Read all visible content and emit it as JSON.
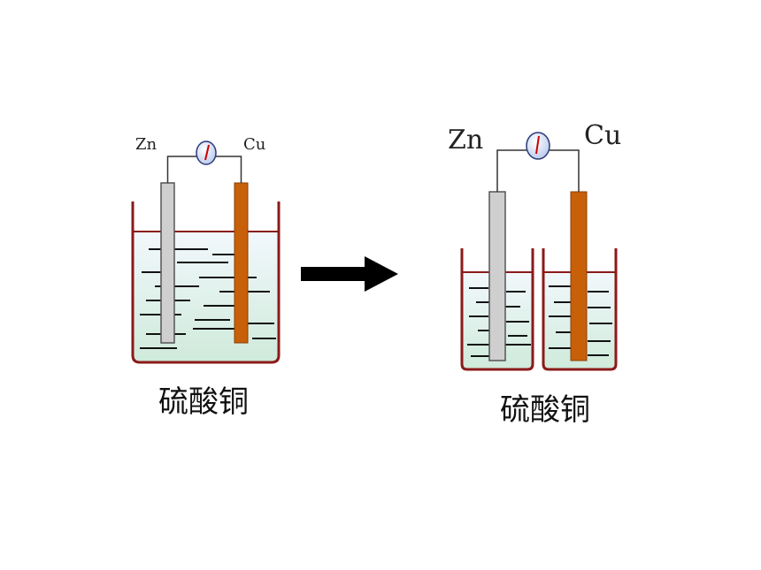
{
  "left_cell": {
    "anode_label": "Zn",
    "cathode_label": "Cu",
    "solution_label": "硫酸铜"
  },
  "right_cell": {
    "anode_label": "Zn",
    "cathode_label": "Cu",
    "solution_label": "硫酸铜"
  },
  "colors": {
    "beaker_wall": "#8b1a1a",
    "solution_top": "#f2f8fc",
    "solution_bottom": "#d2ecdf",
    "zinc": "#cfcfcf",
    "copper": "#c8600a",
    "wire": "#333333",
    "arrow": "#000000",
    "meter_needle": "#cc0000"
  }
}
